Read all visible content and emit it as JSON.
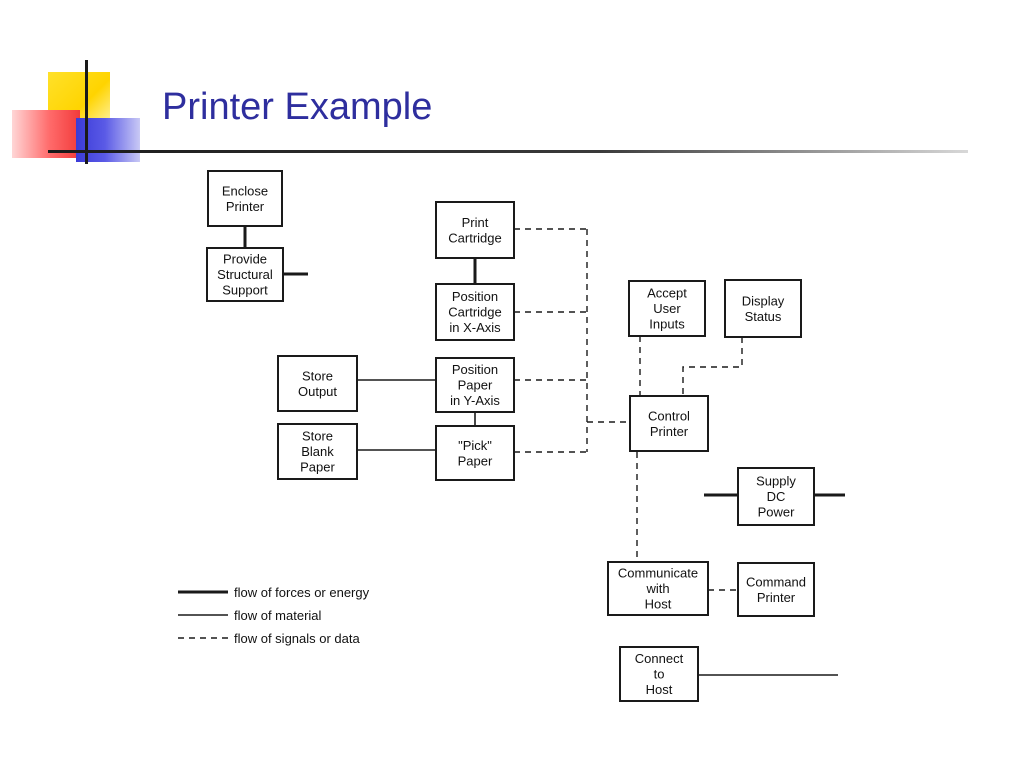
{
  "slide": {
    "title": "Printer Example"
  },
  "nodes": [
    {
      "id": "enclose",
      "lines": [
        "Enclose",
        "Printer"
      ]
    },
    {
      "id": "structural",
      "lines": [
        "Provide",
        "Structural",
        "Support"
      ]
    },
    {
      "id": "cartridge",
      "lines": [
        "Print",
        "Cartridge"
      ]
    },
    {
      "id": "posx",
      "lines": [
        "Position",
        "Cartridge",
        "in X-Axis"
      ]
    },
    {
      "id": "posy",
      "lines": [
        "Position",
        "Paper",
        "in Y-Axis"
      ]
    },
    {
      "id": "pick",
      "lines": [
        "\"Pick\"",
        "Paper"
      ]
    },
    {
      "id": "storeout",
      "lines": [
        "Store",
        "Output"
      ]
    },
    {
      "id": "storeblank",
      "lines": [
        "Store",
        "Blank",
        "Paper"
      ]
    },
    {
      "id": "accept",
      "lines": [
        "Accept",
        "User",
        "Inputs"
      ]
    },
    {
      "id": "display",
      "lines": [
        "Display",
        "Status"
      ]
    },
    {
      "id": "control",
      "lines": [
        "Control",
        "Printer"
      ]
    },
    {
      "id": "supply",
      "lines": [
        "Supply",
        "DC",
        "Power"
      ]
    },
    {
      "id": "communicate",
      "lines": [
        "Communicate",
        "with",
        "Host"
      ]
    },
    {
      "id": "command",
      "lines": [
        "Command",
        "Printer"
      ]
    },
    {
      "id": "connect",
      "lines": [
        "Connect",
        "to",
        "Host"
      ]
    }
  ],
  "legend": [
    {
      "style": "thick",
      "label": "flow of forces or energy"
    },
    {
      "style": "thin",
      "label": "flow of material"
    },
    {
      "style": "dashed",
      "label": "flow of signals or data"
    }
  ]
}
